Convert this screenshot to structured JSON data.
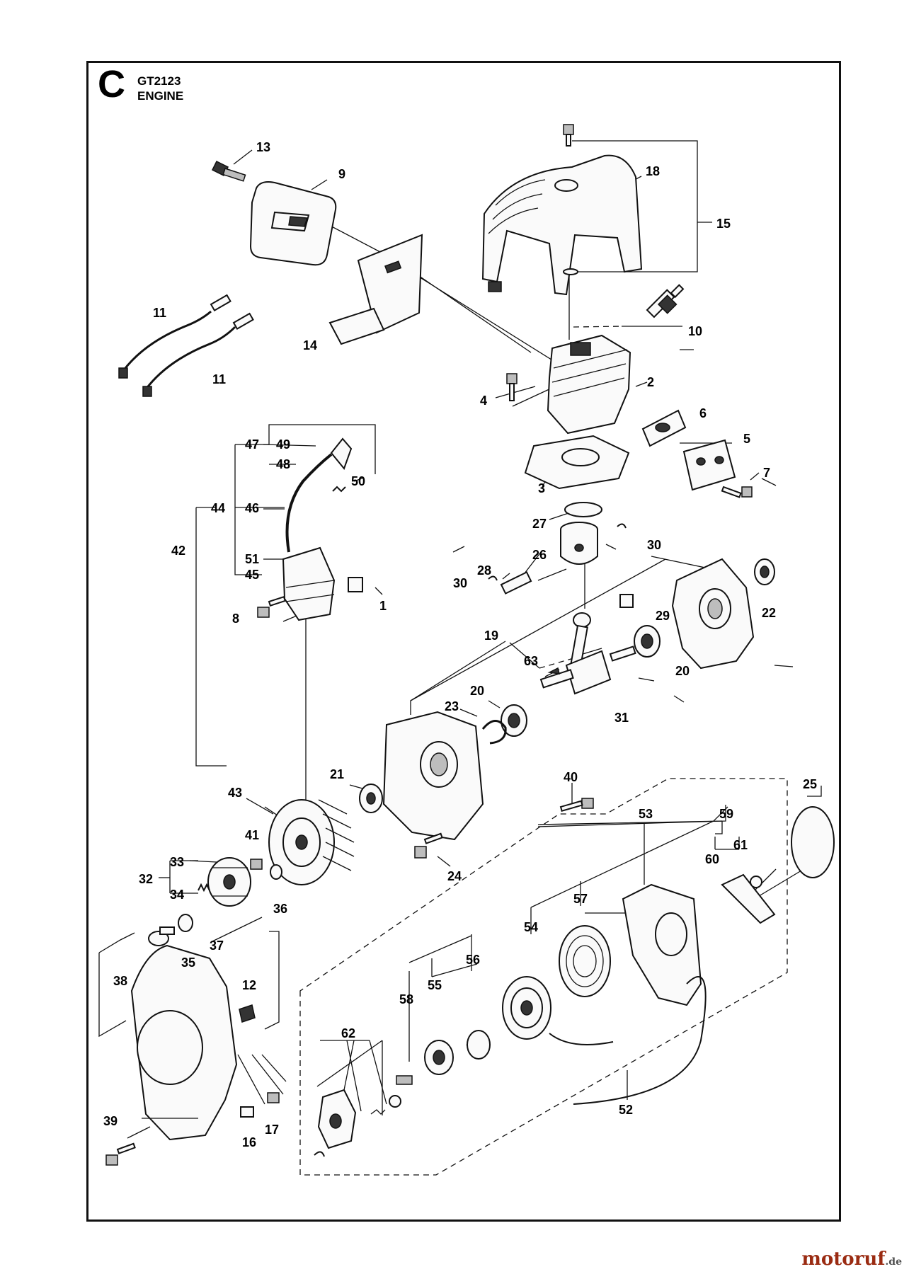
{
  "header": {
    "section_letter": "C",
    "model": "GT2123",
    "assembly": "ENGINE"
  },
  "watermark": {
    "brand": "motoruf",
    "tld": ".de"
  },
  "callouts": [
    {
      "id": "c13",
      "text": "13"
    },
    {
      "id": "c9",
      "text": "9"
    },
    {
      "id": "c18",
      "text": "18"
    },
    {
      "id": "c15",
      "text": "15"
    },
    {
      "id": "c10",
      "text": "10"
    },
    {
      "id": "c11a",
      "text": "11"
    },
    {
      "id": "c11b",
      "text": "11"
    },
    {
      "id": "c14",
      "text": "14"
    },
    {
      "id": "c4",
      "text": "4"
    },
    {
      "id": "c2",
      "text": "2"
    },
    {
      "id": "c6",
      "text": "6"
    },
    {
      "id": "c5",
      "text": "5"
    },
    {
      "id": "c7",
      "text": "7"
    },
    {
      "id": "c3",
      "text": "3"
    },
    {
      "id": "c47",
      "text": "47"
    },
    {
      "id": "c49",
      "text": "49"
    },
    {
      "id": "c48",
      "text": "48"
    },
    {
      "id": "c50",
      "text": "50"
    },
    {
      "id": "c44",
      "text": "44"
    },
    {
      "id": "c46",
      "text": "46"
    },
    {
      "id": "c42",
      "text": "42"
    },
    {
      "id": "c51",
      "text": "51"
    },
    {
      "id": "c45",
      "text": "45"
    },
    {
      "id": "c1",
      "text": "1"
    },
    {
      "id": "c8",
      "text": "8"
    },
    {
      "id": "c27",
      "text": "27"
    },
    {
      "id": "c30a",
      "text": "30"
    },
    {
      "id": "c26",
      "text": "26"
    },
    {
      "id": "c28",
      "text": "28"
    },
    {
      "id": "c30b",
      "text": "30"
    },
    {
      "id": "c22",
      "text": "22"
    },
    {
      "id": "c29",
      "text": "29"
    },
    {
      "id": "c19",
      "text": "19"
    },
    {
      "id": "c63",
      "text": "63"
    },
    {
      "id": "c20a",
      "text": "20"
    },
    {
      "id": "c20b",
      "text": "20"
    },
    {
      "id": "c23",
      "text": "23"
    },
    {
      "id": "c31",
      "text": "31"
    },
    {
      "id": "c21",
      "text": "21"
    },
    {
      "id": "c43",
      "text": "43"
    },
    {
      "id": "c40",
      "text": "40"
    },
    {
      "id": "c25",
      "text": "25"
    },
    {
      "id": "c53",
      "text": "53"
    },
    {
      "id": "c59",
      "text": "59"
    },
    {
      "id": "c61",
      "text": "61"
    },
    {
      "id": "c60",
      "text": "60"
    },
    {
      "id": "c41",
      "text": "41"
    },
    {
      "id": "c24",
      "text": "24"
    },
    {
      "id": "c33",
      "text": "33"
    },
    {
      "id": "c32",
      "text": "32"
    },
    {
      "id": "c34",
      "text": "34"
    },
    {
      "id": "c36",
      "text": "36"
    },
    {
      "id": "c57",
      "text": "57"
    },
    {
      "id": "c54",
      "text": "54"
    },
    {
      "id": "c37",
      "text": "37"
    },
    {
      "id": "c35",
      "text": "35"
    },
    {
      "id": "c56",
      "text": "56"
    },
    {
      "id": "c38",
      "text": "38"
    },
    {
      "id": "c12",
      "text": "12"
    },
    {
      "id": "c58",
      "text": "58"
    },
    {
      "id": "c55",
      "text": "55"
    },
    {
      "id": "c62",
      "text": "62"
    },
    {
      "id": "c39",
      "text": "39"
    },
    {
      "id": "c16",
      "text": "16"
    },
    {
      "id": "c17",
      "text": "17"
    },
    {
      "id": "c52",
      "text": "52"
    }
  ]
}
